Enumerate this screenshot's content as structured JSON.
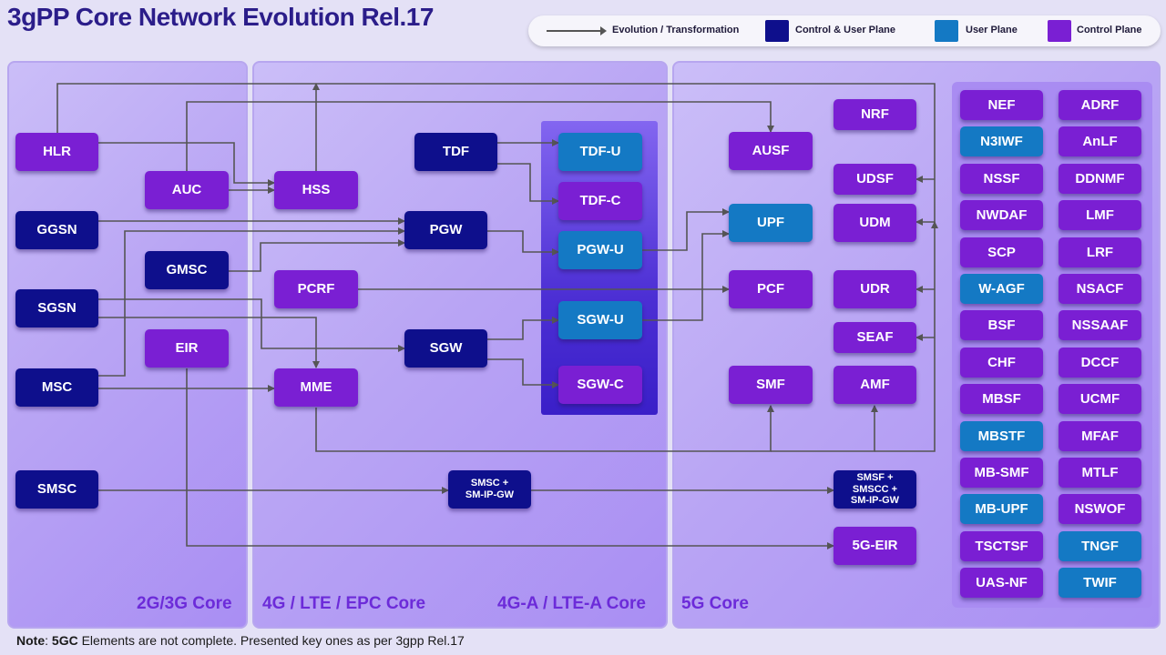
{
  "title": "3gPP Core Network Evolution  Rel.17",
  "legend": {
    "arrow_label": "Evolution / Transformation",
    "items": [
      {
        "label": "Control & User Plane",
        "color": "#0e0f8c"
      },
      {
        "label": "User Plane",
        "color": "#1479c4"
      },
      {
        "label": "Control Plane",
        "color": "#7a1fd3"
      }
    ]
  },
  "regions": {
    "r2g3g": "2G/3G Core",
    "r4g": "4G / LTE / EPC Core",
    "r4ga": "4G-A / LTE-A Core",
    "r5g": "5G Core"
  },
  "nodes": {
    "hlr": "HLR",
    "ggsn": "GGSN",
    "sgsn": "SGSN",
    "msc": "MSC",
    "smsc": "SMSC",
    "auc": "AUC",
    "gmsc": "GMSC",
    "eir": "EIR",
    "hss": "HSS",
    "pcrf": "PCRF",
    "mme": "MME",
    "tdf": "TDF",
    "pgw": "PGW",
    "sgw": "SGW",
    "smsc_gw": "SMSC +\nSM-IP-GW",
    "tdf_u": "TDF-U",
    "tdf_c": "TDF-C",
    "pgw_u": "PGW-U",
    "sgw_u": "SGW-U",
    "sgw_c": "SGW-C",
    "ausf": "AUSF",
    "upf": "UPF",
    "pcf": "PCF",
    "smf": "SMF",
    "nrf": "NRF",
    "udsf": "UDSF",
    "udm": "UDM",
    "udr": "UDR",
    "seaf": "SEAF",
    "amf": "AMF",
    "smsf": "SMSF +\nSMSCC +\nSM-IP-GW",
    "eir5g": "5G-EIR"
  },
  "list5g": [
    [
      "NEF",
      "ADRF"
    ],
    [
      "N3IWF",
      "AnLF"
    ],
    [
      "NSSF",
      "DDNMF"
    ],
    [
      "NWDAF",
      "LMF"
    ],
    [
      "SCP",
      "LRF"
    ],
    [
      "W-AGF",
      "NSACF"
    ],
    [
      "BSF",
      "NSSAAF"
    ],
    [
      "CHF",
      "DCCF"
    ],
    [
      "MBSF",
      "UCMF"
    ],
    [
      "MBSTF",
      "MFAF"
    ],
    [
      "MB-SMF",
      "MTLF"
    ],
    [
      "MB-UPF",
      "NSWOF"
    ],
    [
      "TSCTSF",
      "TNGF"
    ],
    [
      "UAS-NF",
      "TWIF"
    ]
  ],
  "list5g_planes": [
    [
      "cp",
      "cp"
    ],
    [
      "up",
      "cp"
    ],
    [
      "cp",
      "cp"
    ],
    [
      "cp",
      "cp"
    ],
    [
      "cp",
      "cp"
    ],
    [
      "up",
      "cp"
    ],
    [
      "cp",
      "cp"
    ],
    [
      "cp",
      "cp"
    ],
    [
      "cp",
      "cp"
    ],
    [
      "up",
      "cp"
    ],
    [
      "cp",
      "cp"
    ],
    [
      "up",
      "cp"
    ],
    [
      "cp",
      "up"
    ],
    [
      "cp",
      "up"
    ]
  ],
  "note": {
    "prefix": "Note",
    "sep": ": ",
    "bold": "5GC",
    "text": " Elements are not complete. Presented key ones as per 3gpp Rel.17"
  }
}
